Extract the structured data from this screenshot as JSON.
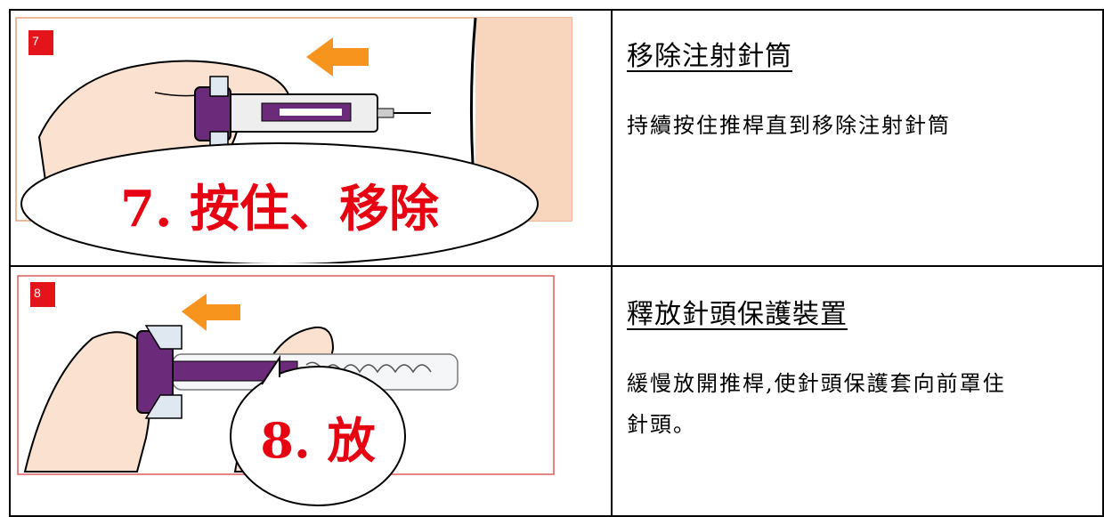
{
  "rows": [
    {
      "badge": "7",
      "bubble": "7. 按住、移除",
      "title": "移除注射針筒",
      "text": "持續按住推桿直到移除注射針筒"
    },
    {
      "badge": "8",
      "bubble": "8. 放",
      "title": "釋放針頭保護裝置",
      "text_line1": "緩慢放開推桿,使針頭保護套向前罩住",
      "text_line2": "針頭。"
    }
  ],
  "colors": {
    "badge": "#e3151a",
    "bubble_text": "#e60012",
    "arrow": "#f7941d",
    "plunger": "#6b2a7a",
    "skin": "#fbe1cf"
  },
  "icons": [
    "hand-illustration",
    "syringe-illustration",
    "arrow-left-icon"
  ]
}
